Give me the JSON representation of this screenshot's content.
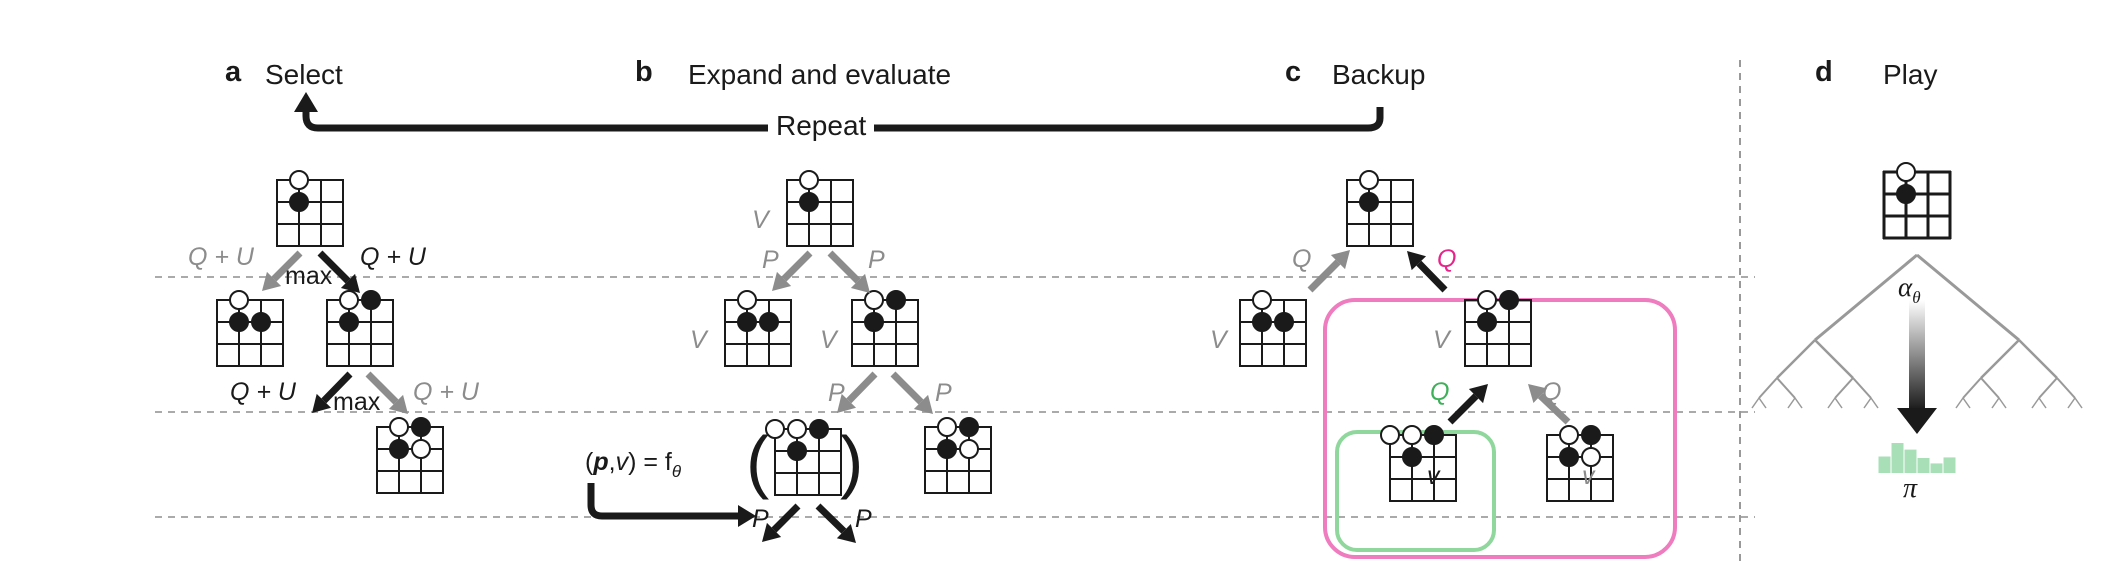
{
  "panels": {
    "a": {
      "letter": "a",
      "title": "Select"
    },
    "b": {
      "letter": "b",
      "title": "Expand and evaluate"
    },
    "c": {
      "letter": "c",
      "title": "Backup"
    },
    "d": {
      "letter": "d",
      "title": "Play"
    }
  },
  "repeat_label": "Repeat",
  "labels": {
    "q_plus_u": "Q + U",
    "max": "max",
    "v": "V",
    "p": "P",
    "q": "Q",
    "v_small": "v",
    "p_bold": "p",
    "eval_eq": "= f",
    "theta": "θ",
    "alpha": "α",
    "pi": "π"
  },
  "colors": {
    "dark": "#1a1a1a",
    "gray": "#8c8c8c",
    "magenta": "#e6258a",
    "green": "#3fb05a",
    "pink_box": "#ee7cbf",
    "green_box": "#8fd79c",
    "policy_bars": "#a9dfb7"
  },
  "policy_distribution": [
    0.55,
    1.0,
    0.78,
    0.5,
    0.32,
    0.52
  ]
}
